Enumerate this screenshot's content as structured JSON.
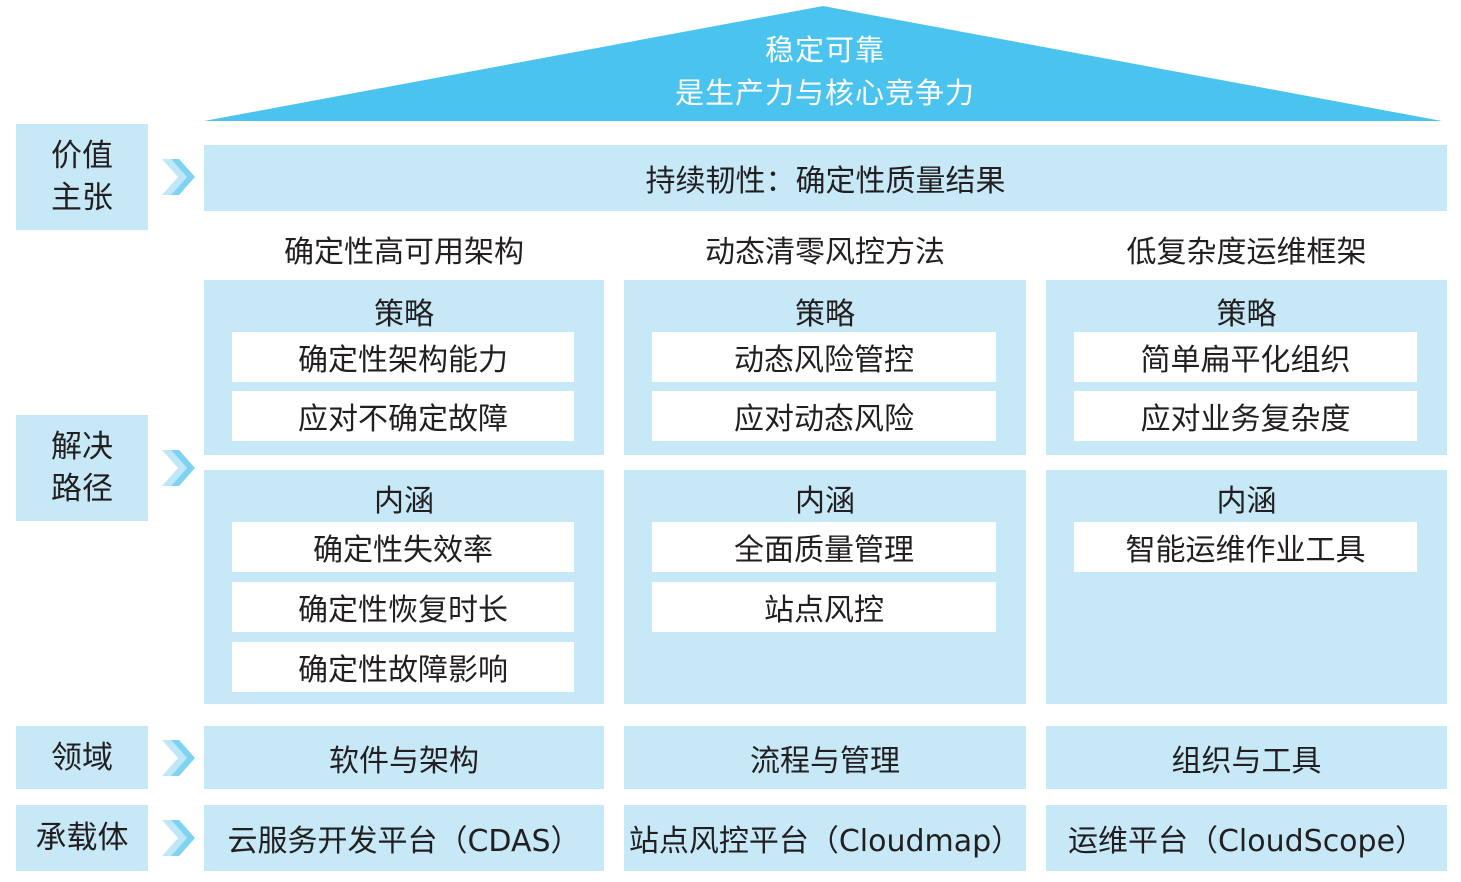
{
  "roof": {
    "line1": "稳定可靠",
    "line2": "是生产力与核心竞争力",
    "color": "#4ac3ee"
  },
  "rows": {
    "value": "价值\n主张",
    "value_line1": "价值",
    "value_line2": "主张",
    "path_line1": "解决",
    "path_line2": "路径",
    "domain": "领域",
    "carrier": "承载体"
  },
  "banner": "持续韧性：确定性质量结果",
  "columns": [
    {
      "title": "确定性高可用架构",
      "strategy_label": "策略",
      "strategy": [
        "确定性架构能力",
        "应对不确定故障"
      ],
      "connotation_label": "内涵",
      "connotation": [
        "确定性失效率",
        "确定性恢复时长",
        "确定性故障影响"
      ],
      "domain": "软件与架构",
      "carrier": "云服务开发平台（CDAS）"
    },
    {
      "title": "动态清零风控方法",
      "strategy_label": "策略",
      "strategy": [
        "动态风险管控",
        "应对动态风险"
      ],
      "connotation_label": "内涵",
      "connotation": [
        "全面质量管理",
        "站点风控"
      ],
      "domain": "流程与管理",
      "carrier": "站点风控平台（Cloudmap）"
    },
    {
      "title": "低复杂度运维框架",
      "strategy_label": "策略",
      "strategy": [
        "简单扁平化组织",
        "应对业务复杂度"
      ],
      "connotation_label": "内涵",
      "connotation": [
        "智能运维作业工具"
      ],
      "domain": "组织与工具",
      "carrier": "运维平台（CloudScope）"
    }
  ],
  "colors": {
    "panel": "#c6e8f7",
    "chevron": "#7fd3f2"
  }
}
